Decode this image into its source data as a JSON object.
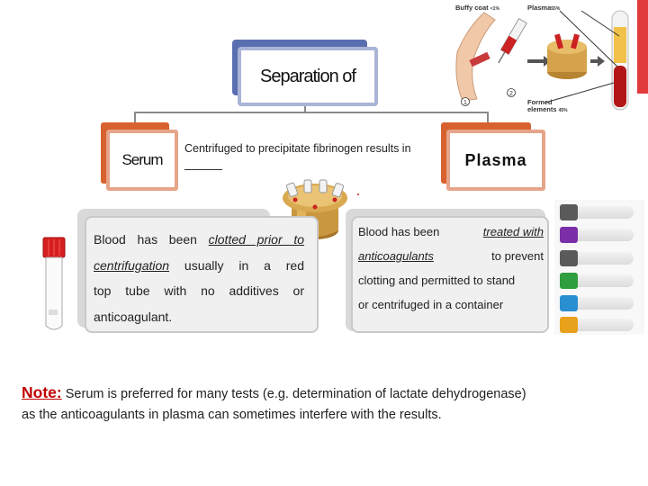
{
  "title": "Separation of",
  "serum": {
    "label": "Serum"
  },
  "plasma": {
    "label": "Plasma"
  },
  "centrifuge_note": "Centrifuged to precipitate fibrinogen results in",
  "illustration_labels": {
    "buffy_coat": "Buffy coat",
    "buffy_coat_pct": "<1%",
    "plasma": "Plasma",
    "plasma_pct": "55%",
    "formed_elements_1": "Formed",
    "formed_elements_2": "elements",
    "formed_elements_pct": "45%",
    "step_1": "1",
    "step_2": "2"
  },
  "serum_card": {
    "line1_prefix": "Blood has been",
    "line1_ul": "clotted prior to",
    "line2_ul": "centrifugation",
    "line2_rest": "usually in a red",
    "line3": "top tube with no additives or",
    "line4": "anticoagulant."
  },
  "plasma_card": {
    "line1_prefix": "Blood has been",
    "line1_ul": "treated with",
    "line2_ul": "anticoagulants",
    "line2_rest": "to prevent",
    "line3": "clotting and permitted to stand",
    "line4": "or centrifuged in a container"
  },
  "note": {
    "label": "Note:",
    "text_line1": "Serum is preferred for many tests (e.g. determination of lactate dehydrogenase)",
    "text_line2": "as the anticoagulants in plasma can sometimes interfere with the results."
  },
  "colors": {
    "accent": "#e23b3b",
    "title_border": "#5a6fb0",
    "node_border": "#d8622f",
    "note_label": "#c00000",
    "tube_caps": [
      "#5a5a5a",
      "#7a2fa8",
      "#2e9e3e",
      "#2a8fd0",
      "#e8a11b",
      "#5a5a5a"
    ]
  }
}
